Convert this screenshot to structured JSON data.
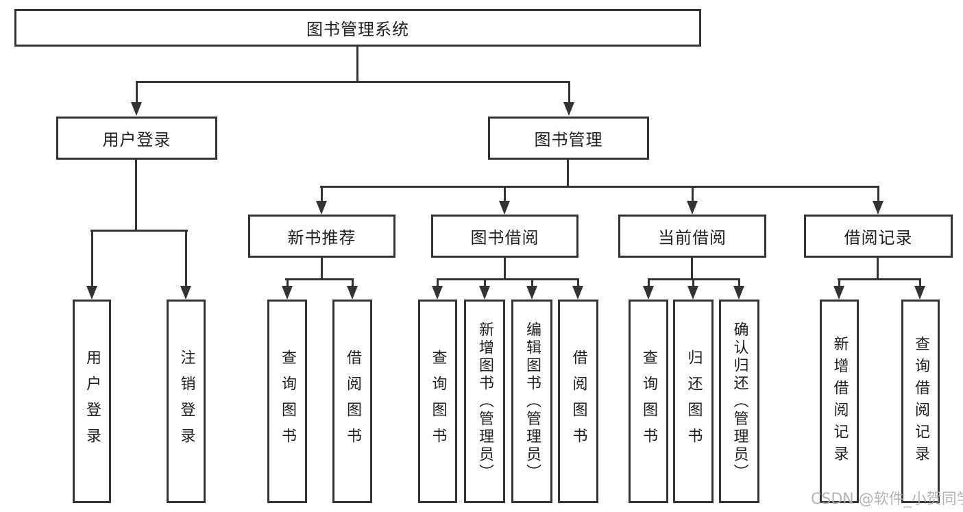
{
  "tree": {
    "root": {
      "label": "图书管理系统"
    },
    "user_login": {
      "label": "用户登录",
      "children": [
        {
          "label": "用户登录"
        },
        {
          "label": "注销登录"
        }
      ]
    },
    "book_management": {
      "label": "图书管理",
      "sections": [
        {
          "label": "新书推荐",
          "children": [
            {
              "label": "查询图书"
            },
            {
              "label": "借阅图书"
            }
          ]
        },
        {
          "label": "图书借阅",
          "children": [
            {
              "label": "查询图书"
            },
            {
              "label": "新增图书（管理员）"
            },
            {
              "label": "编辑图书（管理员）"
            },
            {
              "label": "借阅图书"
            }
          ]
        },
        {
          "label": "当前借阅",
          "children": [
            {
              "label": "查询图书"
            },
            {
              "label": "归还图书"
            },
            {
              "label": "确认归还（管理员）"
            }
          ]
        },
        {
          "label": "借阅记录",
          "children": [
            {
              "label": "新增借阅记录"
            },
            {
              "label": "查询借阅记录"
            }
          ]
        }
      ]
    }
  },
  "watermark": "CSDN @软件_小贺同学",
  "colors": {
    "line": "#333333",
    "node_border": "#333333",
    "text": "#1f1f1f",
    "watermark": "#afafaf",
    "background": "#ffffff"
  }
}
